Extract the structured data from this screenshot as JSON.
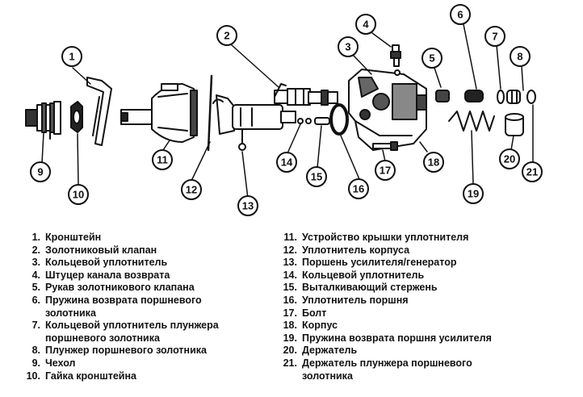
{
  "callouts": [
    "1",
    "2",
    "3",
    "4",
    "5",
    "6",
    "7",
    "8",
    "9",
    "10",
    "11",
    "12",
    "13",
    "14",
    "15",
    "16",
    "17",
    "18",
    "19",
    "20",
    "21"
  ],
  "legend_left": [
    {
      "num": "1.",
      "text": "Кронштейн"
    },
    {
      "num": "2.",
      "text": "Золотниковый клапан"
    },
    {
      "num": "3.",
      "text": "Кольцевой уплотнитель"
    },
    {
      "num": "4.",
      "text": "Штуцер канала возврата"
    },
    {
      "num": "5.",
      "text": "Рукав золотникового клапана"
    },
    {
      "num": "6.",
      "text": "Пружина возврата поршневого",
      "cont": "золотника"
    },
    {
      "num": "7.",
      "text": "Кольцевой уплотнитель плунжера",
      "cont": "поршневого золотника"
    },
    {
      "num": "8.",
      "text": "Плунжер поршневого золотника"
    },
    {
      "num": "9.",
      "text": "Чехол"
    },
    {
      "num": "10.",
      "text": "Гайка кронштейна"
    }
  ],
  "legend_right": [
    {
      "num": "11.",
      "text": "Устройство крышки уплотнителя"
    },
    {
      "num": "12.",
      "text": "Уплотнитель корпуса"
    },
    {
      "num": "13.",
      "text": "Поршень усилителя/генератор"
    },
    {
      "num": "14.",
      "text": "Кольцевой уплотнитель"
    },
    {
      "num": "15.",
      "text": "Выталкивающий стержень"
    },
    {
      "num": "16.",
      "text": "Уплотнитель поршня"
    },
    {
      "num": "17.",
      "text": "Болт"
    },
    {
      "num": "18.",
      "text": "Корпус"
    },
    {
      "num": "19.",
      "text": "Пружина возврата поршня усилителя"
    },
    {
      "num": "20.",
      "text": "Держатель"
    },
    {
      "num": "21.",
      "text": "Держатель плунжера поршневого",
      "cont": "золотника"
    }
  ]
}
